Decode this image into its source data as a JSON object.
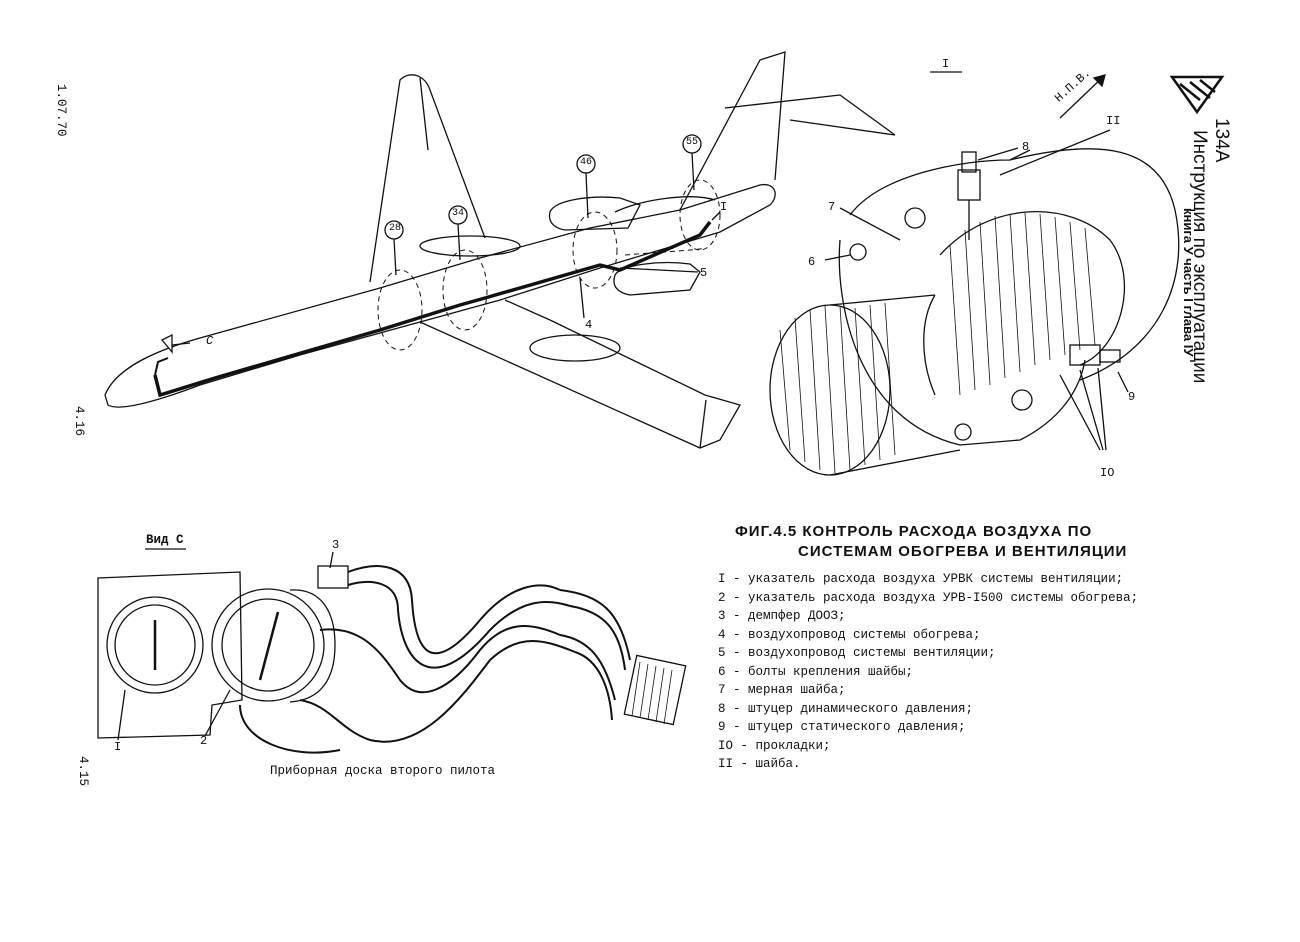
{
  "margin_notes": {
    "date": "1.07.70",
    "page_top": "4.16",
    "page_bottom": "4.15"
  },
  "header": {
    "model": "134А",
    "title": "Инструкция по эксплуатации",
    "subtitle": "книга У   часть I   глава IУ"
  },
  "airplane": {
    "frames": [
      "28",
      "34",
      "46",
      "55"
    ],
    "view_mark": "С",
    "callouts": [
      "I",
      "4",
      "5"
    ]
  },
  "detail": {
    "view_label": "I",
    "direction_label": "Н.П.В.",
    "callouts": [
      "8",
      "II",
      "7",
      "6",
      "9",
      "IO"
    ]
  },
  "view_c": {
    "label": "Вид С",
    "callouts": [
      "3",
      "I",
      "2"
    ],
    "panel_caption": "Приборная доска второго пилота"
  },
  "figure": {
    "title_line1": "ФИГ.4.5  КОНТРОЛЬ  РАСХОДА  ВОЗДУХА  ПО",
    "title_line2": "СИСТЕМАМ  ОБОГРЕВА  И  ВЕНТИЛЯЦИИ",
    "legend": [
      "I - указатель расхода воздуха УРВК системы вентиляции;",
      "2 - указатель расхода воздуха УРВ-I500 системы обогрева;",
      "3 - демпфер ДООЗ;",
      "4 - воздухопровод системы обогрева;",
      "5 - воздухопровод системы вентиляции;",
      "6 - болты крепления шайбы;",
      "7 - мерная шайба;",
      "8 - штуцер динамического давления;",
      "9 - штуцер статического давления;",
      "IO - прокладки;",
      "II - шайба."
    ]
  }
}
